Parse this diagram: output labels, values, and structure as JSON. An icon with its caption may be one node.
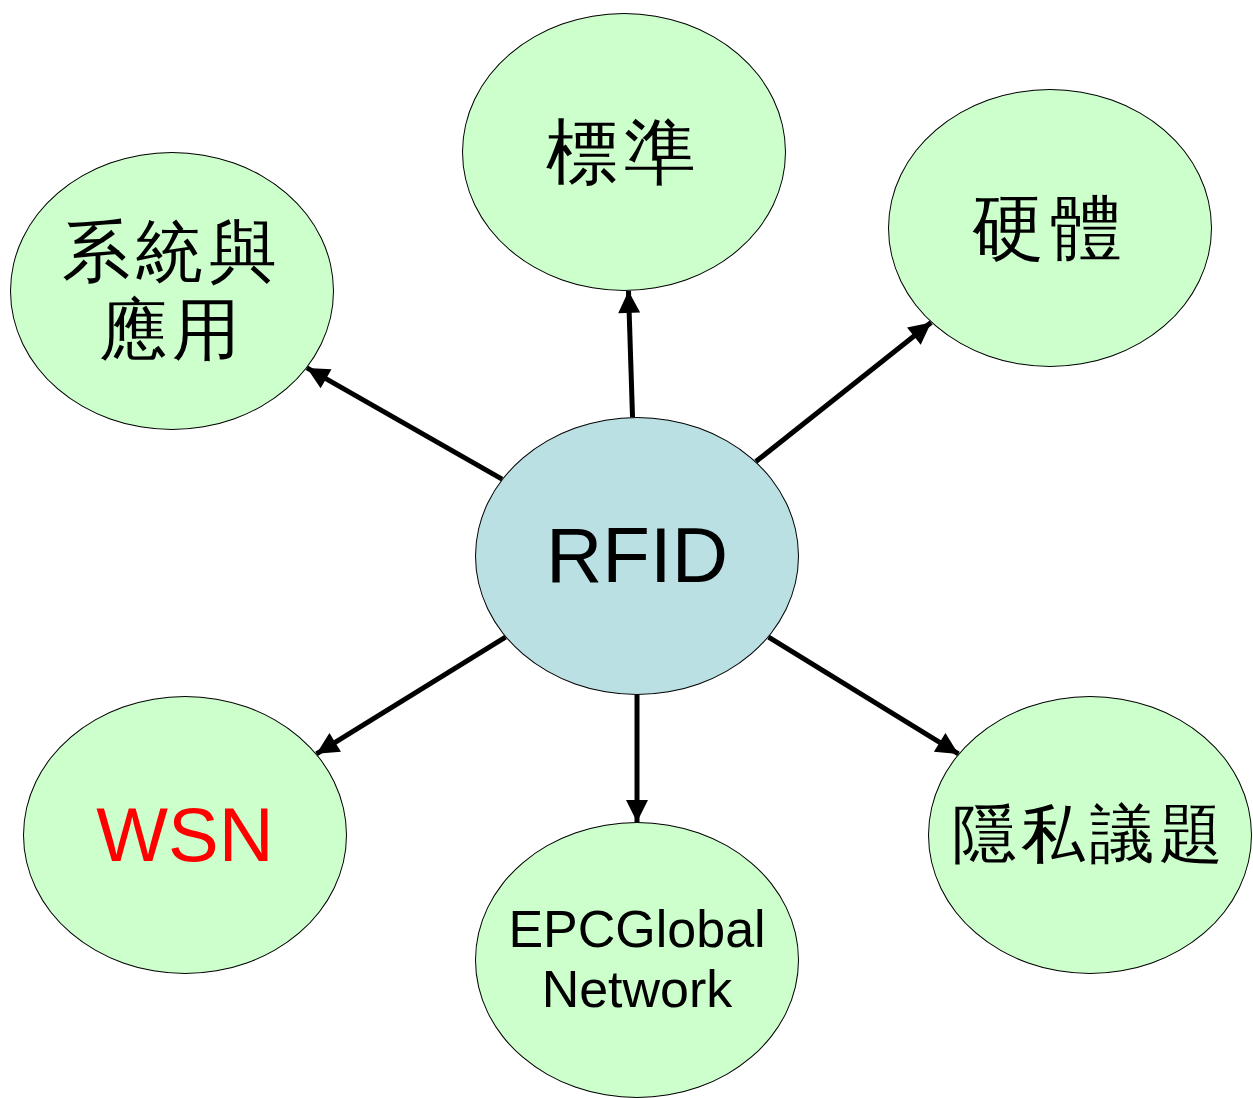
{
  "diagram": {
    "nodes": [
      {
        "text": [
          "RFID"
        ]
      },
      {
        "text": [
          "標準"
        ]
      },
      {
        "text": [
          "系統與應用"
        ]
      },
      {
        "text": [
          "硬體"
        ]
      },
      {
        "text": [
          "WSN"
        ]
      },
      {
        "text": [
          "EPCGlobal Network"
        ]
      },
      {
        "text": [
          "隱私議題"
        ]
      }
    ],
    "edges": [
      {
        "from": 0,
        "to": 1,
        "arrow": "to"
      },
      {
        "from": 0,
        "to": 2,
        "arrow": "to"
      },
      {
        "from": 0,
        "to": 3,
        "arrow": "to"
      },
      {
        "from": 0,
        "to": 4,
        "arrow": "to"
      },
      {
        "from": 0,
        "to": 5,
        "arrow": "to"
      },
      {
        "from": 0,
        "to": 6,
        "arrow": "to"
      }
    ]
  }
}
